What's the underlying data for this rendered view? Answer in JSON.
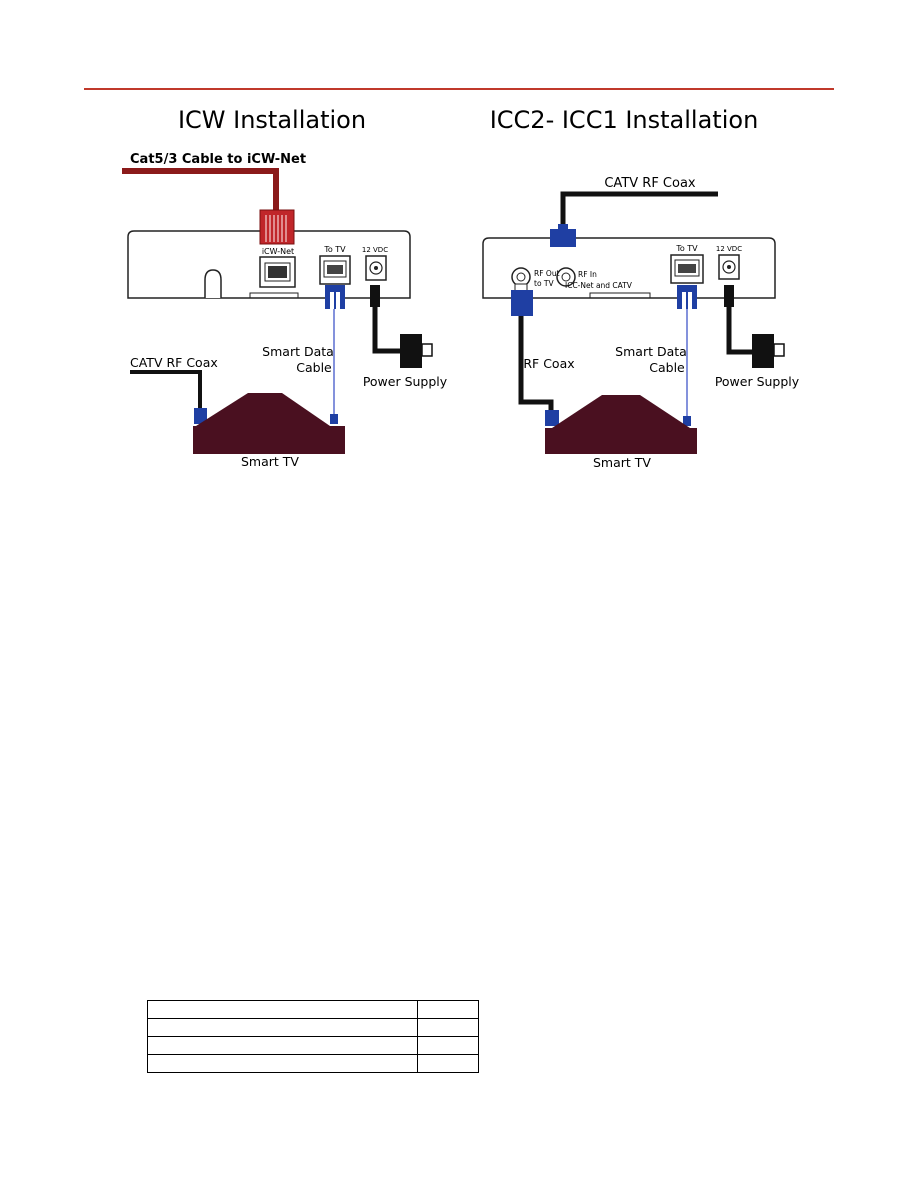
{
  "left": {
    "title": "ICW Installation",
    "cable_top": "Cat5/3 Cable to iCW-Net",
    "port_net": "iCW-Net",
    "port_tv": "To TV",
    "port_power": "12 VDC",
    "smart_data_1": "Smart Data",
    "smart_data_2": "Cable",
    "power_supply": "Power Supply",
    "catv": "CATV RF Coax",
    "tv": "Smart TV"
  },
  "right": {
    "title": "ICC2- ICC1 Installation",
    "catv": "CATV RF Coax",
    "rf_out_1": "RF Out",
    "rf_out_2": "to TV",
    "rf_in_1": "RF In",
    "rf_in_2": "ICC-Net and CATV",
    "port_tv": "To TV",
    "port_power": "12 VDC",
    "rf_coax": "RF Coax",
    "smart_data_1": "Smart Data",
    "smart_data_2": "Cable",
    "power_supply": "Power Supply",
    "tv": "Smart TV"
  },
  "colors": {
    "rule": "#c0392b",
    "cat5": "#8b1a1a",
    "connector_blue": "#1f3fa3",
    "tv": "#4a1020",
    "data_cable": "#5b6ed0"
  },
  "table": {
    "rows": [
      [
        "",
        ""
      ],
      [
        "",
        ""
      ],
      [
        "",
        ""
      ],
      [
        "",
        ""
      ]
    ]
  }
}
